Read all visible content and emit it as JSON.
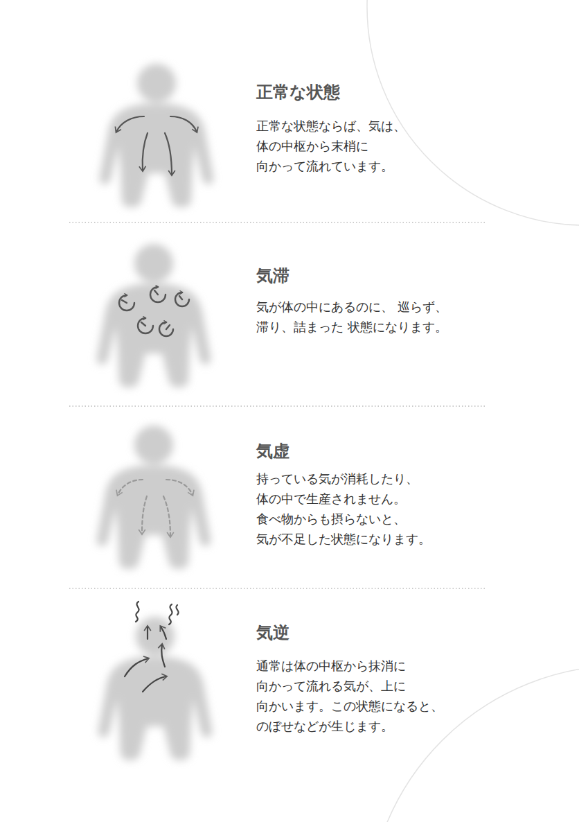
{
  "diagram": {
    "labels": [
      "正常な状態",
      "正常な状態ならば、気は、 体の中枢から末梢に 向かって流れています。",
      "気滞",
      "気が体の中にあるのに、 巡らず、滞り、詰まった 状態になります。",
      "気虚",
      "持っている気が消耗したり、 体の中で生産されません。 食べ物からも摂らないと、 気が不足した状態になります。",
      "気逆",
      "通常は体の中枢から抹消に 向かって流れる気が、上に 向かいます。この状態になると、 のぼせなどが生じます。"
    ]
  }
}
